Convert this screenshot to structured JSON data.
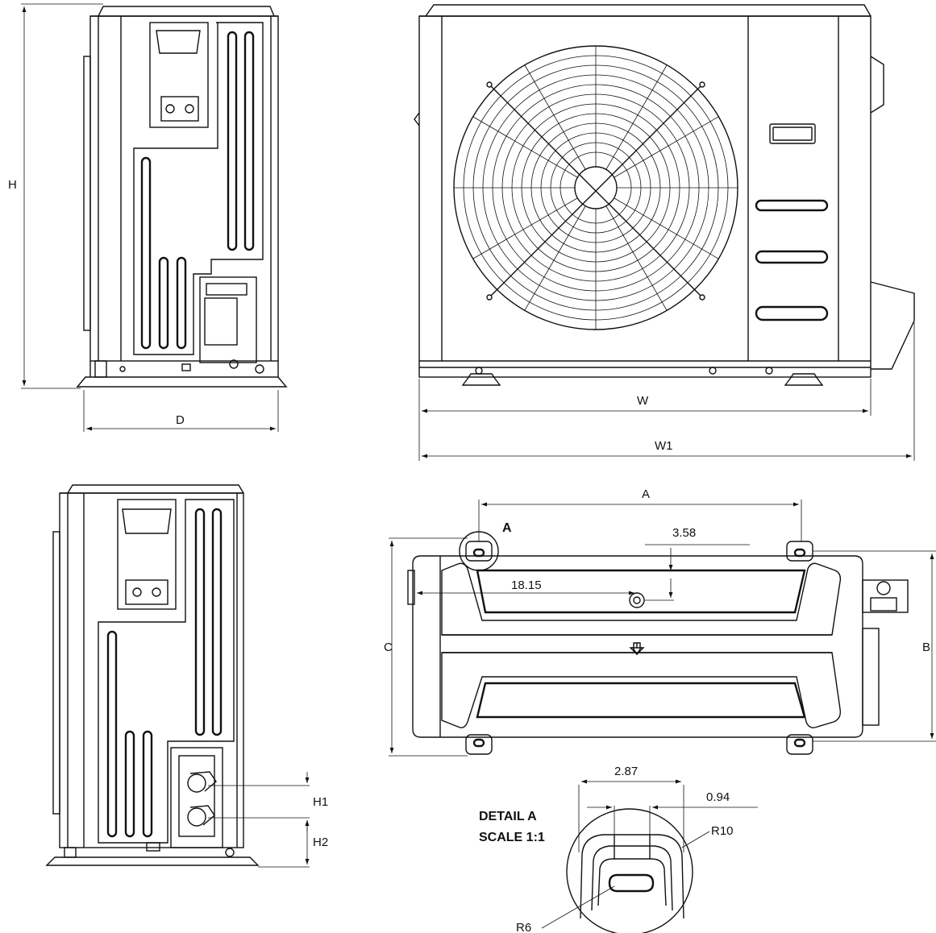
{
  "labels": {
    "H": "H",
    "D": "D",
    "W": "W",
    "W1": "W1",
    "A": "A",
    "A_callout": "A",
    "B": "B",
    "C": "C",
    "H1": "H1",
    "H2": "H2",
    "d358": "3.58",
    "d1815": "18.15",
    "d287": "2.87",
    "d094": "0.94",
    "R10": "R10",
    "R6": "R6"
  },
  "detail": {
    "line1": "DETAIL A",
    "line2": "SCALE 1:1"
  }
}
